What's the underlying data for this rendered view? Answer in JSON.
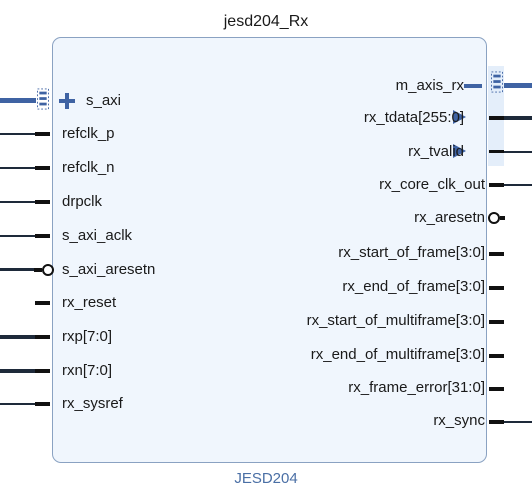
{
  "block": {
    "title": "jesd204_Rx",
    "ip_name": "JESD204"
  },
  "colors": {
    "block_fill": "#f0f6fd",
    "block_border": "#8aa2c2",
    "interface_blue": "#3f63a3",
    "wire": "#1e2a3a"
  },
  "ports": {
    "left": {
      "s_axi": "s_axi",
      "refclk_p": "refclk_p",
      "refclk_n": "refclk_n",
      "drpclk": "drpclk",
      "s_axi_aclk": "s_axi_aclk",
      "s_axi_aresetn": "s_axi_aresetn",
      "rx_reset": "rx_reset",
      "rxp": "rxp[7:0]",
      "rxn": "rxn[7:0]",
      "rx_sysref": "rx_sysref"
    },
    "right": {
      "m_axis_rx": "m_axis_rx",
      "rx_tdata": "rx_tdata[255:0]",
      "rx_tvalid": "rx_tvalid",
      "rx_core_clk_out": "rx_core_clk_out",
      "rx_aresetn": "rx_aresetn",
      "rx_start_of_frame": "rx_start_of_frame[3:0]",
      "rx_end_of_frame": "rx_end_of_frame[3:0]",
      "rx_start_of_multiframe": "rx_start_of_multiframe[3:0]",
      "rx_end_of_multiframe": "rx_end_of_multiframe[3:0]",
      "rx_frame_error": "rx_frame_error[31:0]",
      "rx_sync": "rx_sync"
    }
  }
}
